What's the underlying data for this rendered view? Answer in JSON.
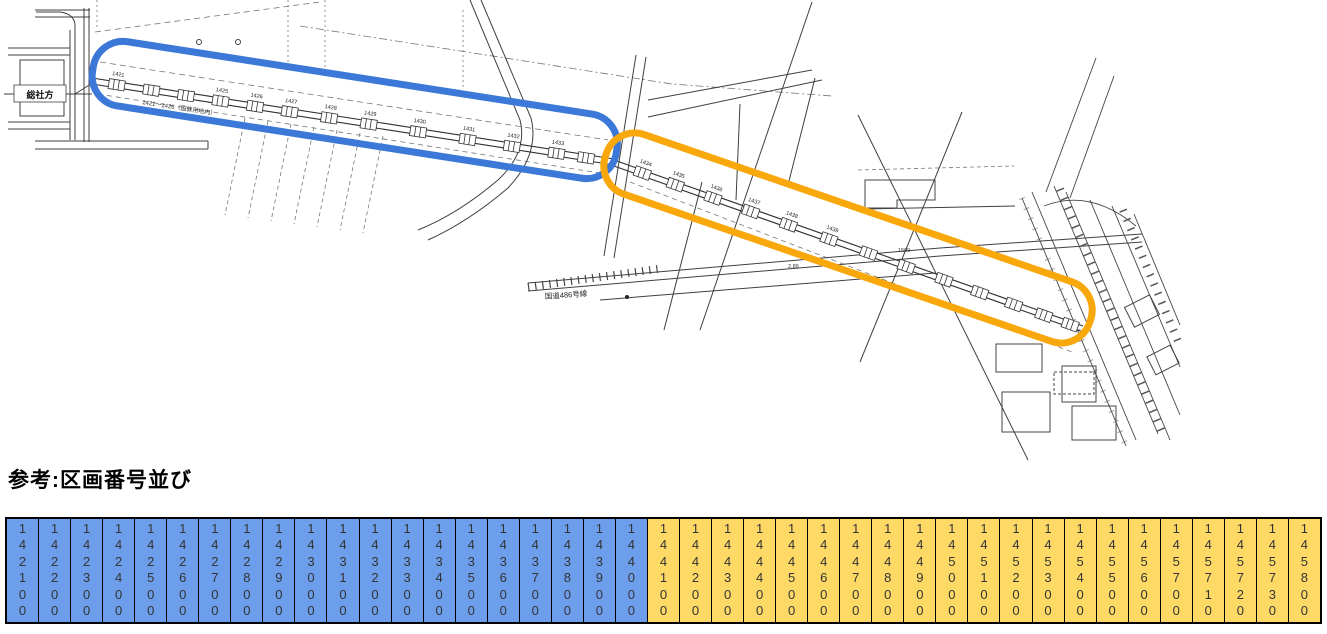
{
  "heading": "参考:区画番号並び",
  "map": {
    "station_label": "総社方",
    "route_label": "国道486号線",
    "parcel_range_note": "1421～1426（国鉄用地内）",
    "small_labels": [
      "1509",
      "2.89"
    ],
    "blue_marker_labels": [
      "1421",
      "1425",
      "1426",
      "1427",
      "1428",
      "1429",
      "1430",
      "1431",
      "1432",
      "1433"
    ],
    "orange_marker_labels": [
      "1434",
      "1435",
      "1436",
      "1437",
      "1438",
      "1439"
    ],
    "highlight_colors": {
      "blue": "#3C78D8",
      "orange": "#F9A80C"
    }
  },
  "table": {
    "groups": [
      {
        "name": "blue-section",
        "color": "#6D9EEB",
        "values": [
          "142100",
          "142200",
          "142300",
          "142400",
          "142500",
          "142600",
          "142700",
          "142800",
          "142900",
          "143000",
          "143100",
          "143200",
          "143300",
          "143400",
          "143500",
          "143600",
          "143700",
          "143800",
          "143900",
          "144000"
        ]
      },
      {
        "name": "orange-section",
        "color": "#FFD966",
        "values": [
          "144100",
          "144200",
          "144300",
          "144400",
          "144500",
          "144600",
          "144700",
          "144800",
          "144900",
          "145000",
          "145100",
          "145200",
          "145300",
          "145400",
          "145500",
          "145600",
          "145700",
          "145710",
          "145720",
          "145730",
          "145800"
        ]
      }
    ]
  }
}
